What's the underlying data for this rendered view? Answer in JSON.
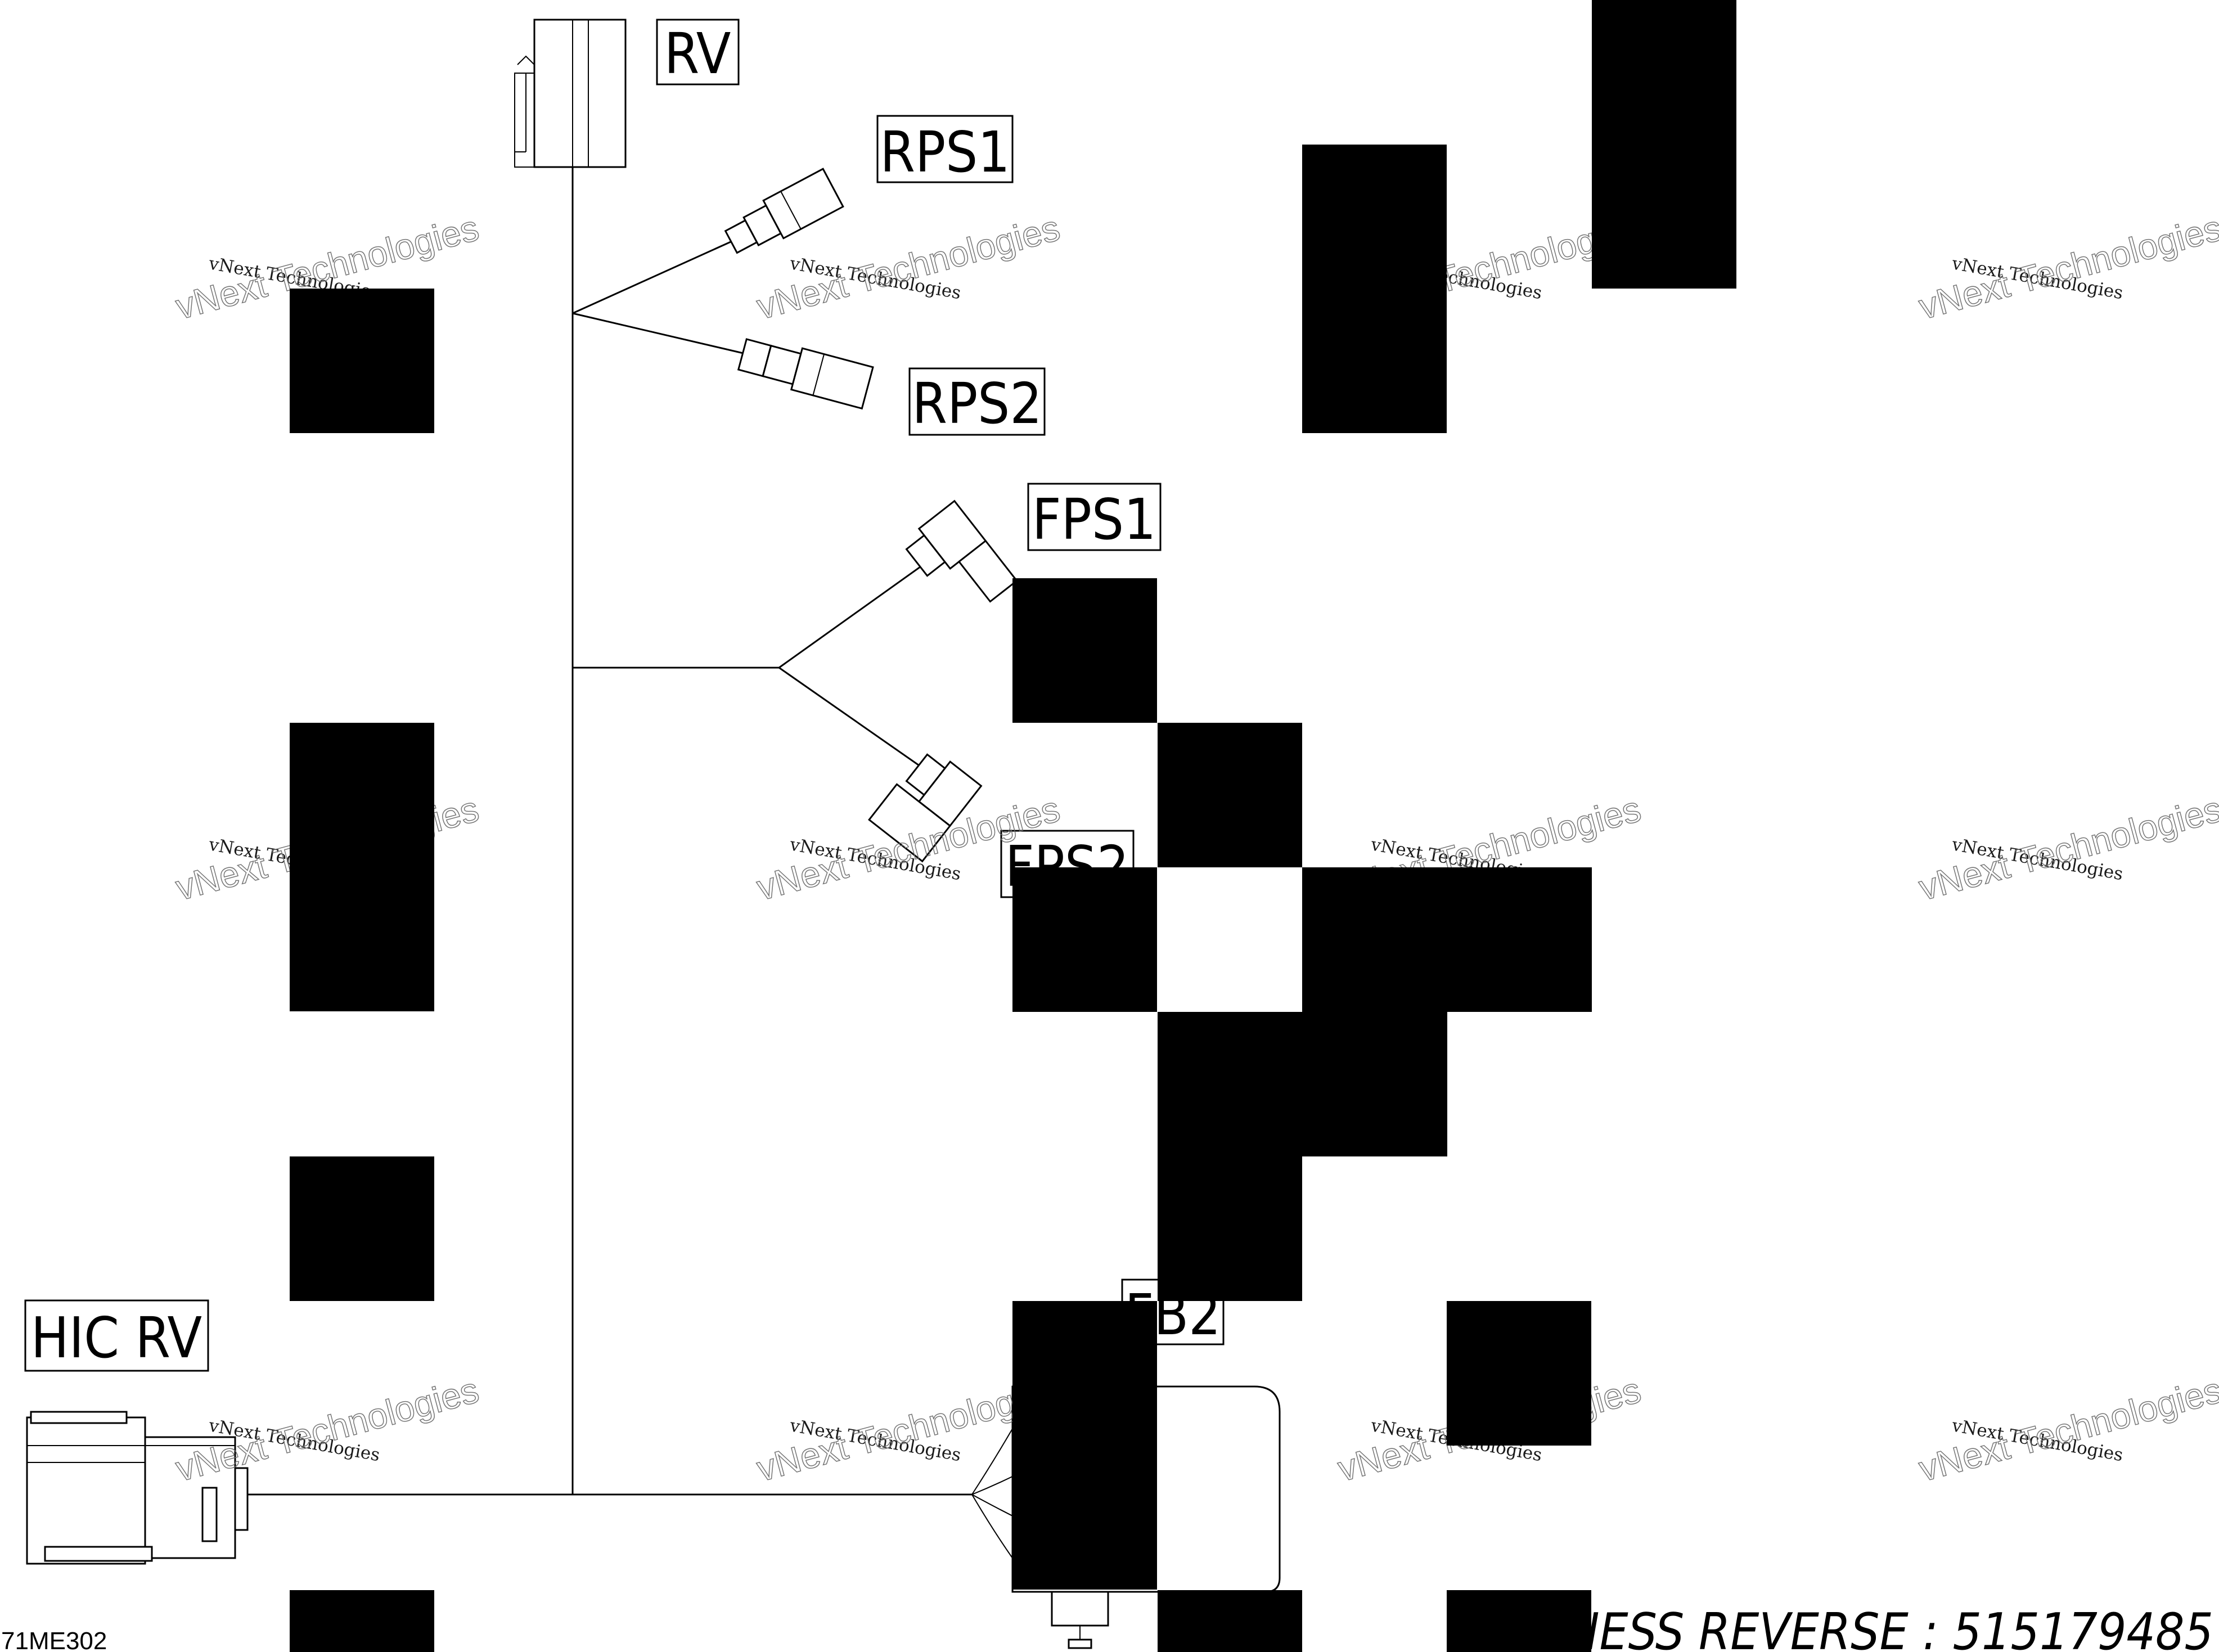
{
  "labels": {
    "rv": "RV",
    "rps1": "RPS1",
    "rps2": "RPS2",
    "fps1": "FPS1",
    "fps2": "FPS2",
    "fb2": "FB2",
    "hic_rv": "HIC  RV"
  },
  "watermark": {
    "line1": "vNext Technologies",
    "line2": "vNext Technologies"
  },
  "footer": {
    "code": "71ME302",
    "part": "HARNESS  REVERSE  :  515179485"
  }
}
